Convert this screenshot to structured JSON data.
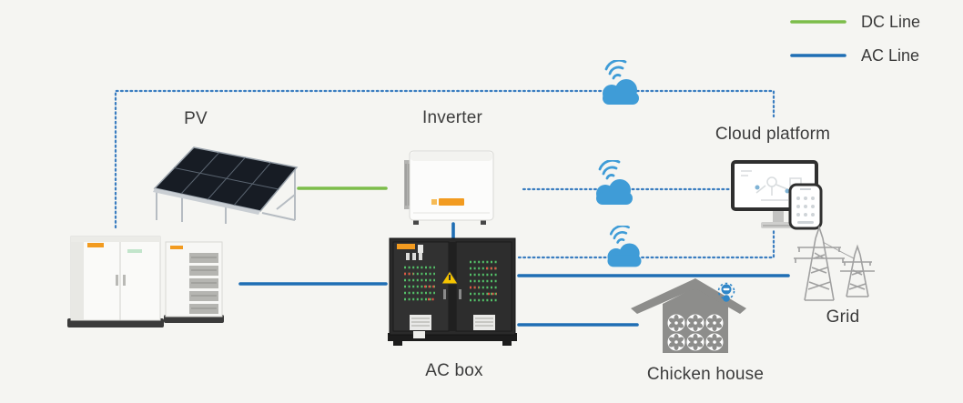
{
  "legend": {
    "items": [
      {
        "id": "dc",
        "label": "DC Line",
        "color": "#7cbd4a"
      },
      {
        "id": "ac",
        "label": "AC Line",
        "color": "#1f6eb4"
      }
    ]
  },
  "colors": {
    "dc_line": "#7cbd4a",
    "ac_line": "#1f6eb4",
    "signal_line": "#3a7dc0",
    "cloud": "#3f9cd7",
    "device_gray": "#8d8d8b",
    "warning_yellow": "#f5c400",
    "brand_orange": "#f29b20",
    "background": "#f5f5f2"
  },
  "nodes": {
    "pv": {
      "label": "PV"
    },
    "inverter": {
      "label": "Inverter"
    },
    "cloud_platform": {
      "label": "Cloud platform"
    },
    "grid": {
      "label": "Grid"
    },
    "ac_box": {
      "label": "AC box"
    },
    "chicken_house": {
      "label": "Chicken house"
    }
  },
  "connections": [
    {
      "from": "pv",
      "to": "inverter",
      "type": "dc-line"
    },
    {
      "from": "inverter",
      "to": "ac-box",
      "type": "ac-line"
    },
    {
      "from": "battery-storage",
      "to": "ac-box",
      "type": "ac-line"
    },
    {
      "from": "ac-box",
      "to": "grid",
      "type": "ac-line"
    },
    {
      "from": "ac-box",
      "to": "chicken-house",
      "type": "ac-line"
    },
    {
      "from": "battery-storage",
      "to": "cloud-platform",
      "type": "wireless-signal",
      "via": "cloud"
    },
    {
      "from": "inverter",
      "to": "cloud-platform",
      "type": "wireless-signal",
      "via": "cloud"
    },
    {
      "from": "ac-box",
      "to": "cloud-platform",
      "type": "wireless-signal",
      "via": "cloud"
    }
  ]
}
